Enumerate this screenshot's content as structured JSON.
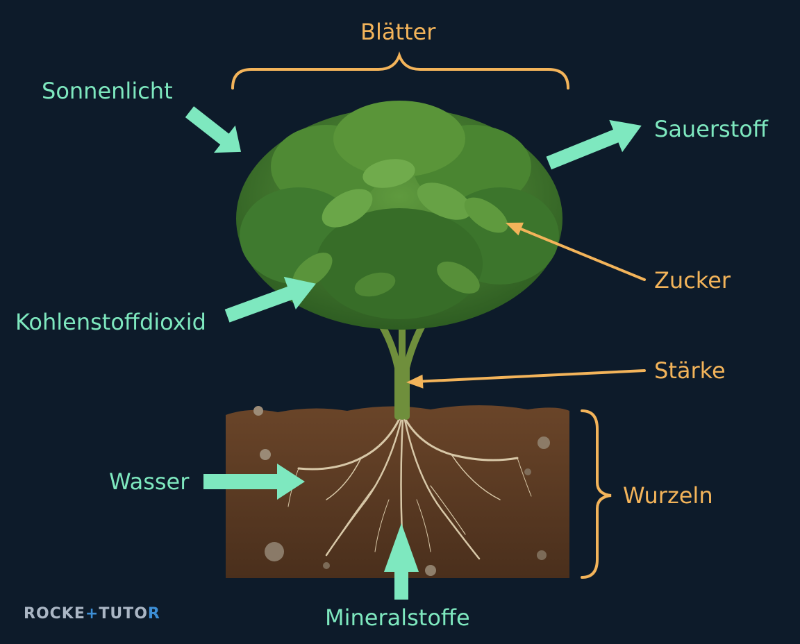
{
  "colors": {
    "background": "#0d1b2a",
    "input_arrow": "#7ee8bf",
    "output_label": "#f3b45a",
    "soil": "#5a3b24",
    "leaf": "#3f7a2f",
    "stem": "#6f8f3c",
    "root": "#d8c8a8"
  },
  "labels": {
    "leaves": "Blätter",
    "sunlight": "Sonnenlicht",
    "oxygen": "Sauerstoff",
    "sugar": "Zucker",
    "co2": "Kohlenstoffdioxid",
    "starch": "Stärke",
    "water": "Wasser",
    "roots": "Wurzeln",
    "minerals": "Mineralstoffe"
  },
  "logo": {
    "part1": "ROCKE",
    "plus": "+",
    "part2": "TUTO",
    "r": "R"
  }
}
